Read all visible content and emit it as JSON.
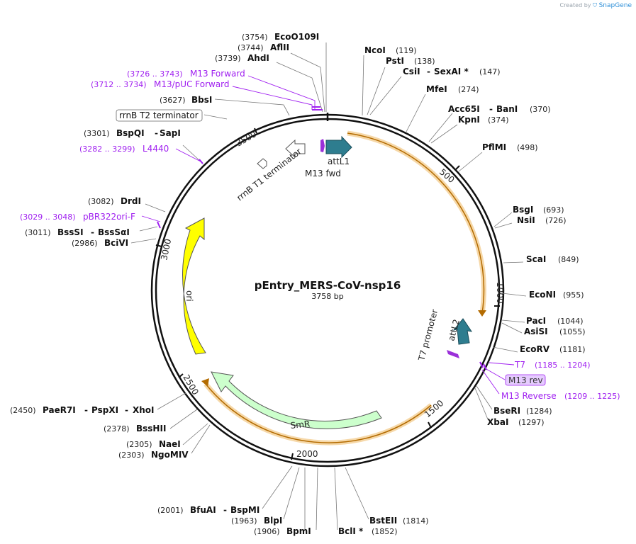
{
  "credit": {
    "text": "Created by",
    "brand": "SnapGene"
  },
  "plasmid": {
    "name": "pEntry_MERS-CoV-nsp16",
    "length_bp": 3758,
    "length_label": "3758 bp"
  },
  "ticks": [
    "500",
    "1000",
    "1500",
    "2000",
    "2500",
    "3000",
    "3500"
  ],
  "sites": [
    {
      "pos": "(3754)",
      "names": [
        "EcoO109I"
      ]
    },
    {
      "pos": "(3744)",
      "names": [
        "AflII"
      ]
    },
    {
      "pos": "(3739)",
      "names": [
        "AhdI"
      ]
    },
    {
      "pos": "(3627)",
      "names": [
        "BbsI"
      ]
    },
    {
      "pos": "(3301)",
      "names": [
        "BspQI",
        "SapI"
      ]
    },
    {
      "pos": "(3082)",
      "names": [
        "DrdI"
      ]
    },
    {
      "pos": "(3011)",
      "names": [
        "BssSI",
        "BssSαI"
      ]
    },
    {
      "pos": "(2986)",
      "names": [
        "BciVI"
      ]
    },
    {
      "pos": "(2450)",
      "names": [
        "PaeR7I",
        "PspXI",
        "XhoI"
      ]
    },
    {
      "pos": "(2378)",
      "names": [
        "BssHII"
      ]
    },
    {
      "pos": "(2305)",
      "names": [
        "NaeI"
      ]
    },
    {
      "pos": "(2303)",
      "names": [
        "NgoMIV"
      ]
    },
    {
      "pos": "(2001)",
      "names": [
        "BfuAI",
        "BspMI"
      ]
    },
    {
      "pos": "(1963)",
      "names": [
        "BlpI"
      ]
    },
    {
      "pos": "(1906)",
      "names": [
        "BpmI"
      ]
    },
    {
      "pos": "(1852)",
      "names": [
        "BclI *"
      ]
    },
    {
      "pos": "(1814)",
      "names": [
        "BstEII"
      ]
    },
    {
      "pos": "(119)",
      "names": [
        "NcoI"
      ]
    },
    {
      "pos": "(138)",
      "names": [
        "PstI"
      ]
    },
    {
      "pos": "(147)",
      "names": [
        "CsiI",
        "SexAI *"
      ]
    },
    {
      "pos": "(274)",
      "names": [
        "MfeI"
      ]
    },
    {
      "pos": "(370)",
      "names": [
        "Acc65I",
        "BanI"
      ]
    },
    {
      "pos": "(374)",
      "names": [
        "KpnI"
      ]
    },
    {
      "pos": "(498)",
      "names": [
        "PflMI"
      ]
    },
    {
      "pos": "(693)",
      "names": [
        "BsgI"
      ]
    },
    {
      "pos": "(726)",
      "names": [
        "NsiI"
      ]
    },
    {
      "pos": "(849)",
      "names": [
        "ScaI"
      ]
    },
    {
      "pos": "(955)",
      "names": [
        "EcoNI"
      ]
    },
    {
      "pos": "(1044)",
      "names": [
        "PacI"
      ]
    },
    {
      "pos": "(1055)",
      "names": [
        "AsiSI"
      ]
    },
    {
      "pos": "(1181)",
      "names": [
        "EcoRV"
      ]
    },
    {
      "pos": "(1284)",
      "names": [
        "BseRI"
      ]
    },
    {
      "pos": "(1297)",
      "names": [
        "XbaI"
      ]
    }
  ],
  "primers": [
    {
      "pos": "(3726 .. 3743)",
      "name": "M13 Forward"
    },
    {
      "pos": "(3712 .. 3734)",
      "name": "M13/pUC Forward"
    },
    {
      "pos": "(3282 .. 3299)",
      "name": "L4440"
    },
    {
      "pos": "(3029 .. 3048)",
      "name": "pBR322ori-F"
    },
    {
      "pos": "(1185 .. 1204)",
      "name": "T7"
    },
    {
      "pos": "(1209 .. 1225)",
      "name": "M13 Reverse"
    }
  ],
  "features": {
    "attL1": "attL1",
    "m13fwd": "M13 fwd",
    "rrnB_T1": "rrnB T1 terminator",
    "rrnB_T2": "rrnB T2 terminator",
    "ori": "ori",
    "smr": "SmR",
    "t7_promoter": "T7 promoter",
    "attL2": "attL2",
    "m13rev": "M13 rev"
  },
  "colors": {
    "backbone": "#111111",
    "insert_orange": "#f0a020",
    "ori_yellow": "#ffff00",
    "smr_green": "#ccffcc",
    "att_teal": "#2e7d8f",
    "primer_purple": "#9b30d9",
    "m13_bg": "#e6ccff"
  }
}
